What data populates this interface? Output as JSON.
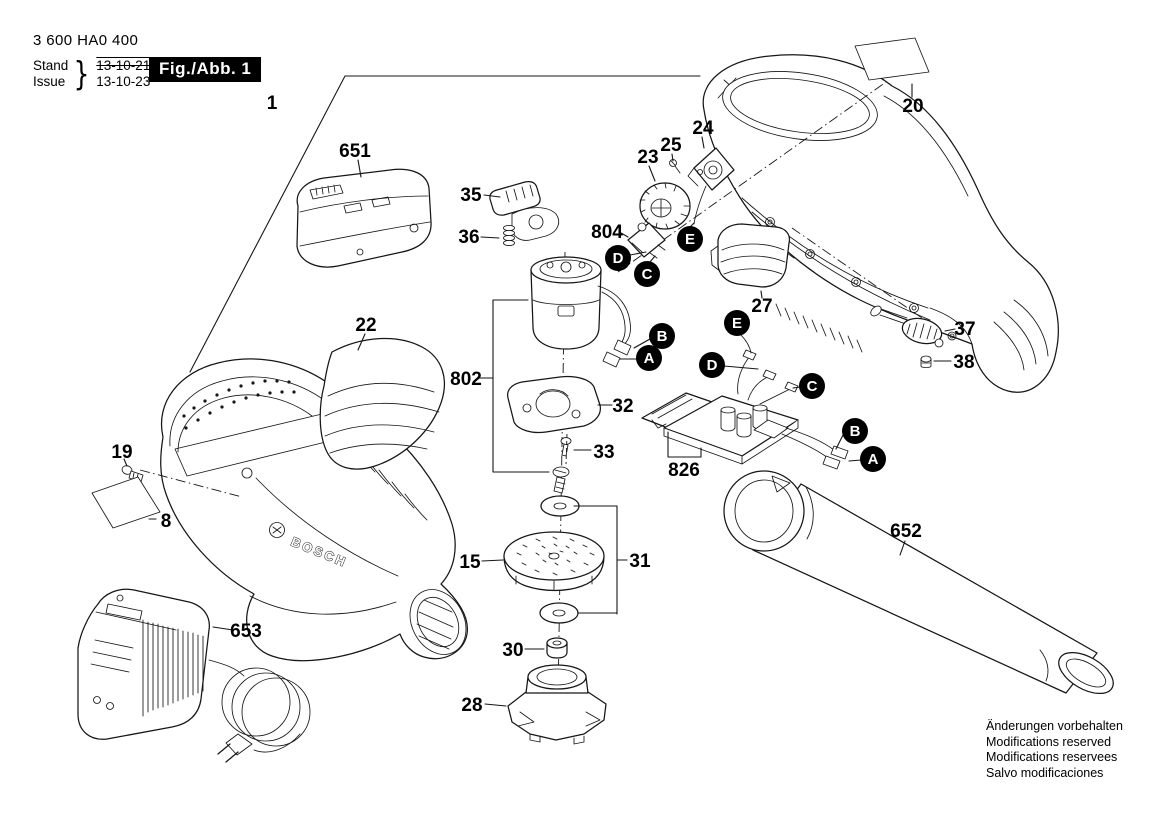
{
  "header": {
    "type_number": "3 600 HA0 400",
    "revision": {
      "stand_label": "Stand",
      "issue_label": "Issue",
      "brace": "}",
      "old_date": "13-10-21",
      "new_date": "13-10-23"
    },
    "figure_label": "Fig./Abb. 1"
  },
  "brand": {
    "logo_text": "BOSCH"
  },
  "callouts": {
    "n1": "1",
    "n8": "8",
    "n15": "15",
    "n19": "19",
    "n20": "20",
    "n22": "22",
    "n23": "23",
    "n24": "24",
    "n25": "25",
    "n27": "27",
    "n28": "28",
    "n30": "30",
    "n31": "31",
    "n32": "32",
    "n33": "33",
    "n35": "35",
    "n36": "36",
    "n37": "37",
    "n38": "38",
    "n651": "651",
    "n652": "652",
    "n653": "653",
    "n802": "802",
    "n804": "804",
    "n826": "826"
  },
  "markers": {
    "a": "A",
    "b": "B",
    "c": "C",
    "d": "D",
    "e": "E"
  },
  "footer": {
    "lines": [
      "Änderungen vorbehalten",
      "Modifications reserved",
      "Modifications reservees",
      "Salvo modificaciones"
    ]
  }
}
